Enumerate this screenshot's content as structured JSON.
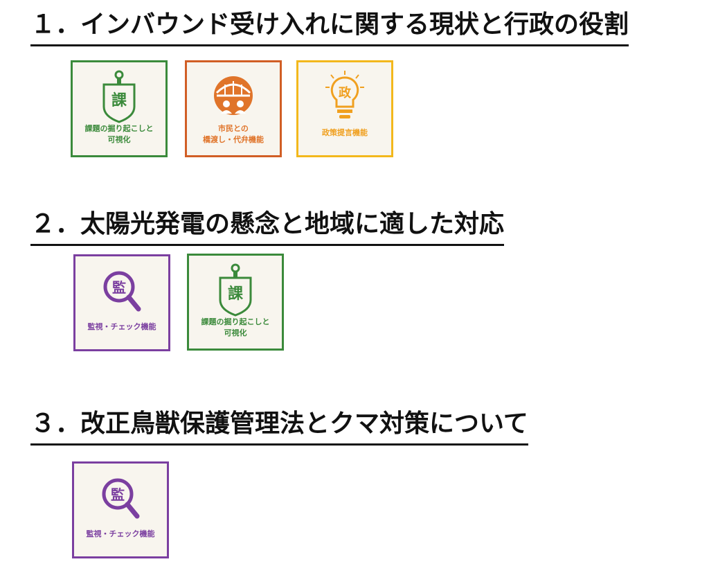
{
  "sections": [
    {
      "title": "１．インバウンド受け入れに関する現状と行政の役割",
      "cards": [
        {
          "glyph": "課",
          "label": "課題の掘り起こしと\n可視化",
          "icon": "shovel-icon",
          "color": "#3b8a3b"
        },
        {
          "glyph": "",
          "label": "市民との\n橋渡し・代弁機能",
          "icon": "bridge-icon",
          "color": "#e0742a",
          "border": "#d15e25"
        },
        {
          "glyph": "政",
          "label": "政策提言機能",
          "icon": "lightbulb-icon",
          "color": "#f0a020",
          "border": "#f3b81c"
        }
      ]
    },
    {
      "title": "２．太陽光発電の懸念と地域に適した対応",
      "cards": [
        {
          "glyph": "監",
          "label": "監視・チェック機能",
          "icon": "magnifier-icon",
          "color": "#7b3fa0"
        },
        {
          "glyph": "課",
          "label": "課題の掘り起こしと\n可視化",
          "icon": "shovel-icon",
          "color": "#3b8a3b"
        }
      ]
    },
    {
      "title": "３．改正鳥獣保護管理法とクマ対策について",
      "cards": [
        {
          "glyph": "監",
          "label": "監視・チェック機能",
          "icon": "magnifier-icon",
          "color": "#7b3fa0"
        }
      ]
    }
  ]
}
